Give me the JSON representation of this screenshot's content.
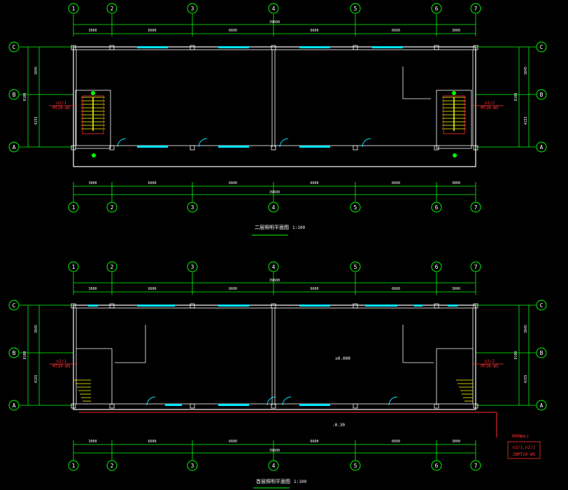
{
  "colors": {
    "background": "#000000",
    "grid_axis": "#00ff00",
    "wall": "#ffffff",
    "window": "#00e5ff",
    "circuit": "#ff3030",
    "stair": "#ffff00",
    "fixture": "#00ff00",
    "text": "#ffffff"
  },
  "axes": {
    "vertical": [
      "1",
      "2",
      "3",
      "4",
      "5",
      "6",
      "7"
    ],
    "horizontal": [
      "C",
      "B",
      "A"
    ]
  },
  "plans": [
    {
      "id": "upper",
      "top_total": "39600",
      "spans": [
        "3000",
        "6600",
        "6600",
        "6600",
        "6600",
        "3000"
      ],
      "bottom_total": "39600",
      "left_dims": [
        "3845",
        "8100",
        "4155"
      ],
      "right_dims": [
        "3845",
        "8100",
        "4155"
      ],
      "title": "二层照明平面图",
      "scale": "1:100",
      "left_callout": [
        "n2/1",
        "MT20-WS"
      ],
      "right_callout": [
        "n2/2",
        "MT20-WS"
      ]
    },
    {
      "id": "lower",
      "top_total": "39600",
      "spans": [
        "3000",
        "6600",
        "6600",
        "6600",
        "6600",
        "3000"
      ],
      "bottom_total": "39600",
      "left_dims": [
        "3845",
        "8100",
        "4155"
      ],
      "right_dims": [
        "3845",
        "8100",
        "4155"
      ],
      "title": "首层照明平面图",
      "scale": "1:100",
      "left_callout": [
        "n2/1",
        "MT20-WS"
      ],
      "right_callout": [
        "n2/2",
        "MT20-WS"
      ],
      "level_mark": "-0.30",
      "mid_level": "±0.000",
      "box_label": "照明箱AL1",
      "box_callout": [
        "n2/1,n2/2",
        "2BMT20-WS"
      ]
    }
  ]
}
